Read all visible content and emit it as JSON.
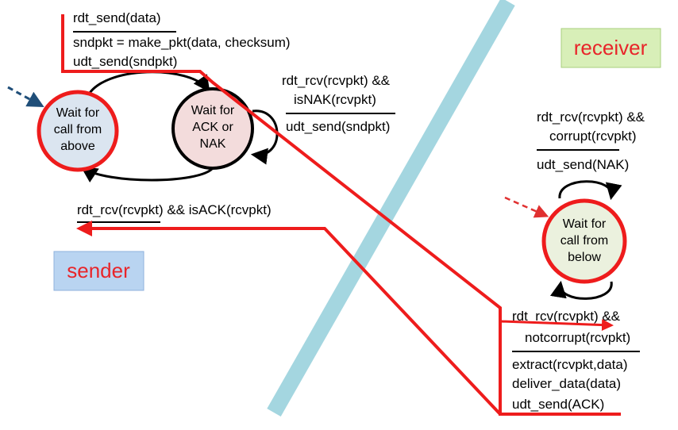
{
  "diagram": {
    "sender_badge": "sender",
    "receiver_badge": "receiver",
    "colors": {
      "transition_red": "#ee1c1c",
      "wire_blue": "#a4d6e0",
      "sender_badge_bg": "#b9d4f1",
      "sender_badge_text": "#e8252a",
      "receiver_badge_bg": "#d8efb8",
      "receiver_badge_text": "#e8252a",
      "state_blue_fill": "#dbe5f0",
      "state_pink_fill": "#f3dcdc",
      "state_green_fill": "#ebf1de",
      "init_arrow_blue": "#1f4e79",
      "init_arrow_red": "#e03030"
    },
    "states": {
      "wait_call_above": [
        "Wait for",
        "call from",
        "above"
      ],
      "wait_ack_nak": [
        "Wait for",
        "ACK or",
        "NAK"
      ],
      "wait_call_below": [
        "Wait for",
        "call from",
        "below"
      ]
    },
    "transitions": {
      "send_event": "rdt_send(data)",
      "send_action_1": "sndpkt = make_pkt(data, checksum)",
      "send_action_2": "udt_send(sndpkt)",
      "nak_event_1": "rdt_rcv(rcvpkt) &&",
      "nak_event_2": "isNAK(rcvpkt)",
      "nak_action": "udt_send(sndpkt)",
      "ack_event": "rdt_rcv(rcvpkt) && isACK(rcvpkt)",
      "corrupt_event_1": "rdt_rcv(rcvpkt) &&",
      "corrupt_event_2": "corrupt(rcvpkt)",
      "corrupt_action": "udt_send(NAK)",
      "notcorrupt_event_1": "rdt_rcv(rcvpkt) &&",
      "notcorrupt_event_2": "notcorrupt(rcvpkt)",
      "notcorrupt_action_1": "extract(rcvpkt,data)",
      "notcorrupt_action_2": "deliver_data(data)",
      "notcorrupt_action_3": "udt_send(ACK)"
    }
  }
}
